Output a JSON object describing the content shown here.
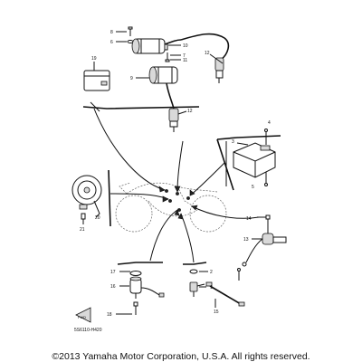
{
  "diagram": {
    "callouts": {
      "n1": "1",
      "n2": "2",
      "n3": "3",
      "n4": "4",
      "n5": "5",
      "n6": "6",
      "n7": "7",
      "n8": "8",
      "n9": "9",
      "n10": "10",
      "n11": "11",
      "n12a": "12",
      "n12b": "12",
      "n13": "13",
      "n14": "14",
      "n15": "15",
      "n16": "16",
      "n17": "17",
      "n18": "18",
      "n19": "19",
      "n20": "20",
      "n21": "21"
    },
    "figure_code": "5S6110-H420"
  },
  "footer": {
    "copyright": "©2013 Yamaha Motor Corporation, U.S.A. All rights reserved."
  }
}
